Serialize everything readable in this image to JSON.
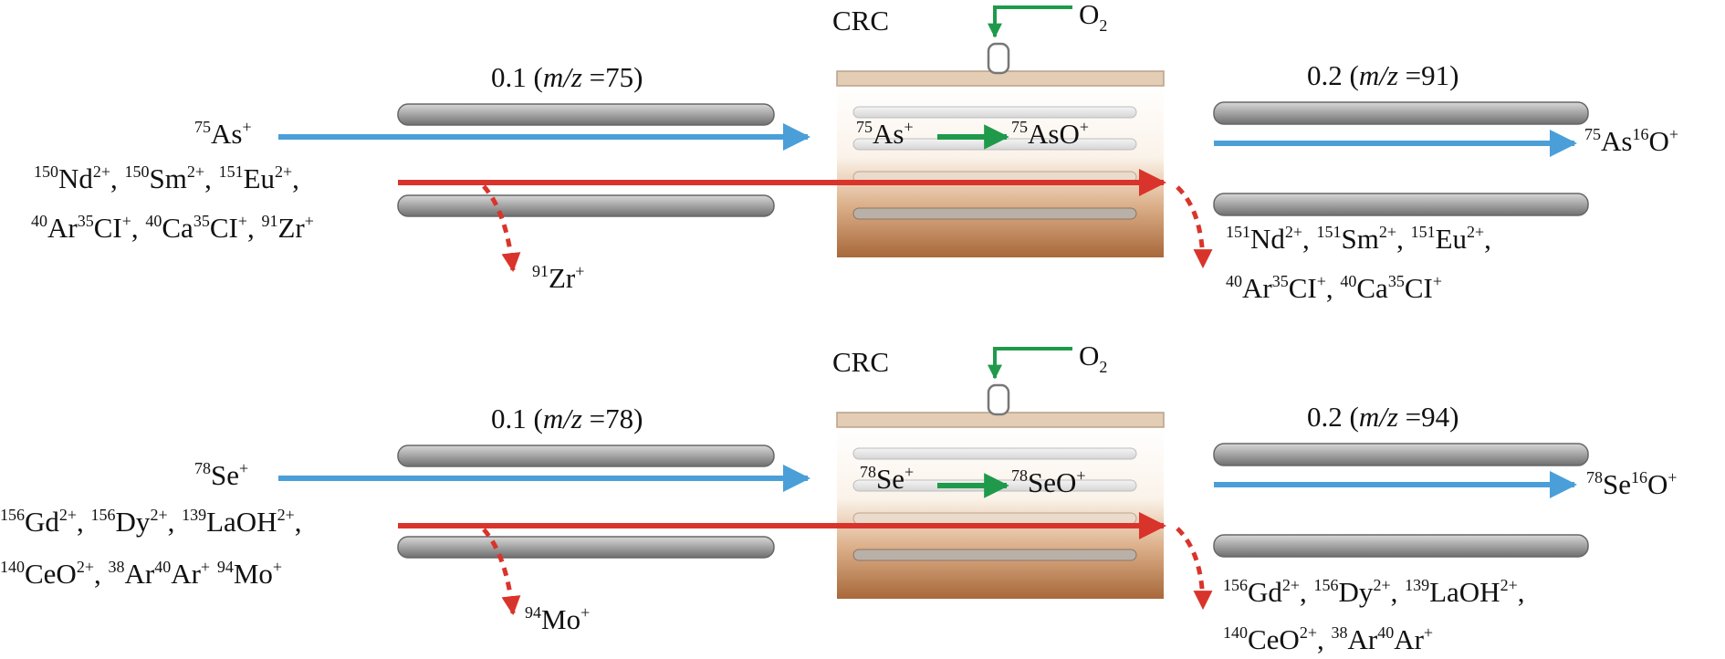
{
  "panels": [
    {
      "id": "as",
      "cell_label": "CRC",
      "gas_label": "O",
      "gas_sub": "2",
      "q1_label": "0.1 (",
      "q1_mz": "m/z",
      "q1_value": " =75)",
      "q2_label": "0.2 (",
      "q2_mz": "m/z",
      "q2_value": " =91)",
      "analyte": {
        "mass": "75",
        "sym": "As",
        "charge": "+"
      },
      "cell_reactant": {
        "mass": "75",
        "sym": "As",
        "charge": "+"
      },
      "cell_product": {
        "mass": "75",
        "sym": "AsO",
        "charge": "+"
      },
      "product_out": {
        "mass1": "75",
        "sym1": "As",
        "mass2": "16",
        "sym2": "O",
        "charge": "+"
      },
      "interf_in_line1": [
        {
          "mass": "150",
          "sym": "Nd",
          "charge": "2+",
          "sep": ", "
        },
        {
          "mass": "150",
          "sym": "Sm",
          "charge": "2+",
          "sep": ", "
        },
        {
          "mass": "151",
          "sym": "Eu",
          "charge": "2+",
          "sep": ","
        }
      ],
      "interf_in_line2": [
        {
          "mass": "40",
          "sym": "Ar",
          "mass2": "35",
          "sym2": "CI",
          "charge": "+",
          "sep": ", "
        },
        {
          "mass": "40",
          "sym": "Ca",
          "mass2": "35",
          "sym2": "CI",
          "charge": "+",
          "sep": ", "
        },
        {
          "mass": "91",
          "sym": "Zr",
          "charge": "+",
          "sep": ""
        }
      ],
      "q1_rejected": {
        "mass": "91",
        "sym": "Zr",
        "charge": "+"
      },
      "interf_out_line1": [
        {
          "mass": "151",
          "sym": "Nd",
          "charge": "2+",
          "sep": ", "
        },
        {
          "mass": "151",
          "sym": "Sm",
          "charge": "2+",
          "sep": ", "
        },
        {
          "mass": "151",
          "sym": "Eu",
          "charge": "2+",
          "sep": ","
        }
      ],
      "interf_out_line2": [
        {
          "mass": "40",
          "sym": "Ar",
          "mass2": "35",
          "sym2": "CI",
          "charge": "+",
          "sep": ", "
        },
        {
          "mass": "40",
          "sym": "Ca",
          "mass2": "35",
          "sym2": "CI",
          "charge": "+",
          "sep": ""
        }
      ]
    },
    {
      "id": "se",
      "cell_label": "CRC",
      "gas_label": "O",
      "gas_sub": "2",
      "q1_label": "0.1 (",
      "q1_mz": "m/z",
      "q1_value": " =78)",
      "q2_label": "0.2 (",
      "q2_mz": "m/z",
      "q2_value": " =94)",
      "analyte": {
        "mass": "78",
        "sym": "Se",
        "charge": "+"
      },
      "cell_reactant": {
        "mass": "78",
        "sym": "Se",
        "charge": "+"
      },
      "cell_product": {
        "mass": "78",
        "sym": "SeO",
        "charge": "+"
      },
      "product_out": {
        "mass1": "78",
        "sym1": "Se",
        "mass2": "16",
        "sym2": "O",
        "charge": "+"
      },
      "interf_in_line1": [
        {
          "mass": "156",
          "sym": "Gd",
          "charge": "2+",
          "sep": ", "
        },
        {
          "mass": "156",
          "sym": "Dy",
          "charge": "2+",
          "sep": ", "
        },
        {
          "mass": "139",
          "sym": "LaOH",
          "charge": "2+",
          "sep": ","
        }
      ],
      "interf_in_line2": [
        {
          "mass": "140",
          "sym": "CeO",
          "charge": "2+",
          "sep": ", "
        },
        {
          "mass": "38",
          "sym": "Ar",
          "mass2": "40",
          "sym2": "Ar",
          "charge": "+",
          "sep": " "
        },
        {
          "mass": "94",
          "sym": "Mo",
          "charge": "+",
          "sep": ""
        }
      ],
      "q1_rejected": {
        "mass": "94",
        "sym": "Mo",
        "charge": "+"
      },
      "interf_out_line1": [
        {
          "mass": "156",
          "sym": "Gd",
          "charge": "2+",
          "sep": ", "
        },
        {
          "mass": "156",
          "sym": "Dy",
          "charge": "2+",
          "sep": ", "
        },
        {
          "mass": "139",
          "sym": "LaOH",
          "charge": "2+",
          "sep": ","
        }
      ],
      "interf_out_line2": [
        {
          "mass": "140",
          "sym": "CeO",
          "charge": "2+",
          "sep": ", "
        },
        {
          "mass": "38",
          "sym": "Ar",
          "mass2": "40",
          "sym2": "Ar",
          "charge": "+",
          "sep": ""
        }
      ]
    }
  ],
  "colors": {
    "analyte_arrow": "#4a9fd8",
    "interference_arrow": "#d9342b",
    "reaction_arrow": "#1f9a4a",
    "gas_line": "#1f9a4a",
    "rod": "#8c8c8c",
    "cell_top": "#e3cdb5",
    "cell_bottom": "#a8683a"
  }
}
